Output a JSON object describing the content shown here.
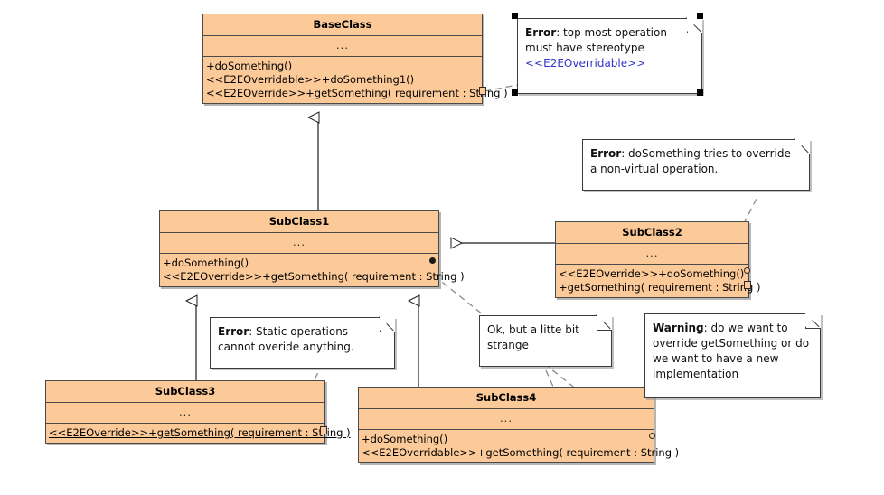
{
  "diagram": {
    "title": "UML Class Diagram with validation notes",
    "background": "#ffffff",
    "class_fill": "#fcca98",
    "class_border": "#4a4a4a",
    "note_fill": "#ffffff",
    "stereotype_color": "#3333cc"
  },
  "classes": [
    {
      "id": "base",
      "name": "BaseClass",
      "attrs": "...",
      "operations": [
        {
          "text": "+doSomething()",
          "static": false
        },
        {
          "text": "<<E2EOverridable>>+doSomething1()",
          "static": false
        },
        {
          "text": "<<E2EOverride>>+getSomething( requirement : String )",
          "static": false
        }
      ]
    },
    {
      "id": "sub1",
      "name": "SubClass1",
      "attrs": "...",
      "operations": [
        {
          "text": "+doSomething()",
          "static": false
        },
        {
          "text": "<<E2EOverride>>+getSomething( requirement : String )",
          "static": false
        }
      ]
    },
    {
      "id": "sub2",
      "name": "SubClass2",
      "attrs": "...",
      "operations": [
        {
          "text": "<<E2EOverride>>+doSomething()",
          "static": false
        },
        {
          "text": "+getSomething( requirement : String )",
          "static": false
        }
      ]
    },
    {
      "id": "sub3",
      "name": "SubClass3",
      "attrs": "...",
      "operations": [
        {
          "text": "<<E2EOverride>>+getSomething( requirement : String )",
          "static": true
        }
      ]
    },
    {
      "id": "sub4",
      "name": "SubClass4",
      "attrs": "...",
      "operations": [
        {
          "text": "+doSomething()",
          "static": false
        },
        {
          "text": "<<E2EOverridable>>+getSomething( requirement : String )",
          "static": false
        }
      ]
    }
  ],
  "notes": [
    {
      "id": "note-error-stereotype",
      "selected": true,
      "lead": "Error",
      "lines": [
        {
          "text": ": top most operation",
          "style": "plain"
        },
        {
          "text": "must have stereotype",
          "style": "plain"
        },
        {
          "text": "<<E2EOverridable>>",
          "style": "stereotype"
        }
      ]
    },
    {
      "id": "note-error-nonvirtual",
      "selected": false,
      "lead": "Error",
      "lines": [
        {
          "text": ": doSomething tries to override",
          "style": "plain"
        },
        {
          "text": "a non-virtual operation.",
          "style": "plain"
        }
      ]
    },
    {
      "id": "note-error-static",
      "selected": false,
      "lead": "Error",
      "lines": [
        {
          "text": ": Static operations",
          "style": "plain"
        },
        {
          "text": "cannot overide anything.",
          "style": "plain"
        }
      ]
    },
    {
      "id": "note-ok-strange",
      "selected": false,
      "lead": "",
      "lines": [
        {
          "text": "Ok, but a litte bit",
          "style": "plain"
        },
        {
          "text": "strange",
          "style": "plain"
        }
      ]
    },
    {
      "id": "note-warning-override",
      "selected": false,
      "lead": "Warning",
      "lines": [
        {
          "text": ": do we want to",
          "style": "plain"
        },
        {
          "text": "override getSomething or do",
          "style": "plain"
        },
        {
          "text": "we want to have a new",
          "style": "plain"
        },
        {
          "text": "implementation",
          "style": "plain"
        }
      ]
    }
  ],
  "relationships": [
    {
      "type": "generalization",
      "from": "SubClass1",
      "to": "BaseClass"
    },
    {
      "type": "generalization",
      "from": "SubClass2",
      "to": "SubClass1"
    },
    {
      "type": "generalization",
      "from": "SubClass3",
      "to": "SubClass1"
    },
    {
      "type": "generalization",
      "from": "SubClass4",
      "to": "SubClass1"
    }
  ]
}
